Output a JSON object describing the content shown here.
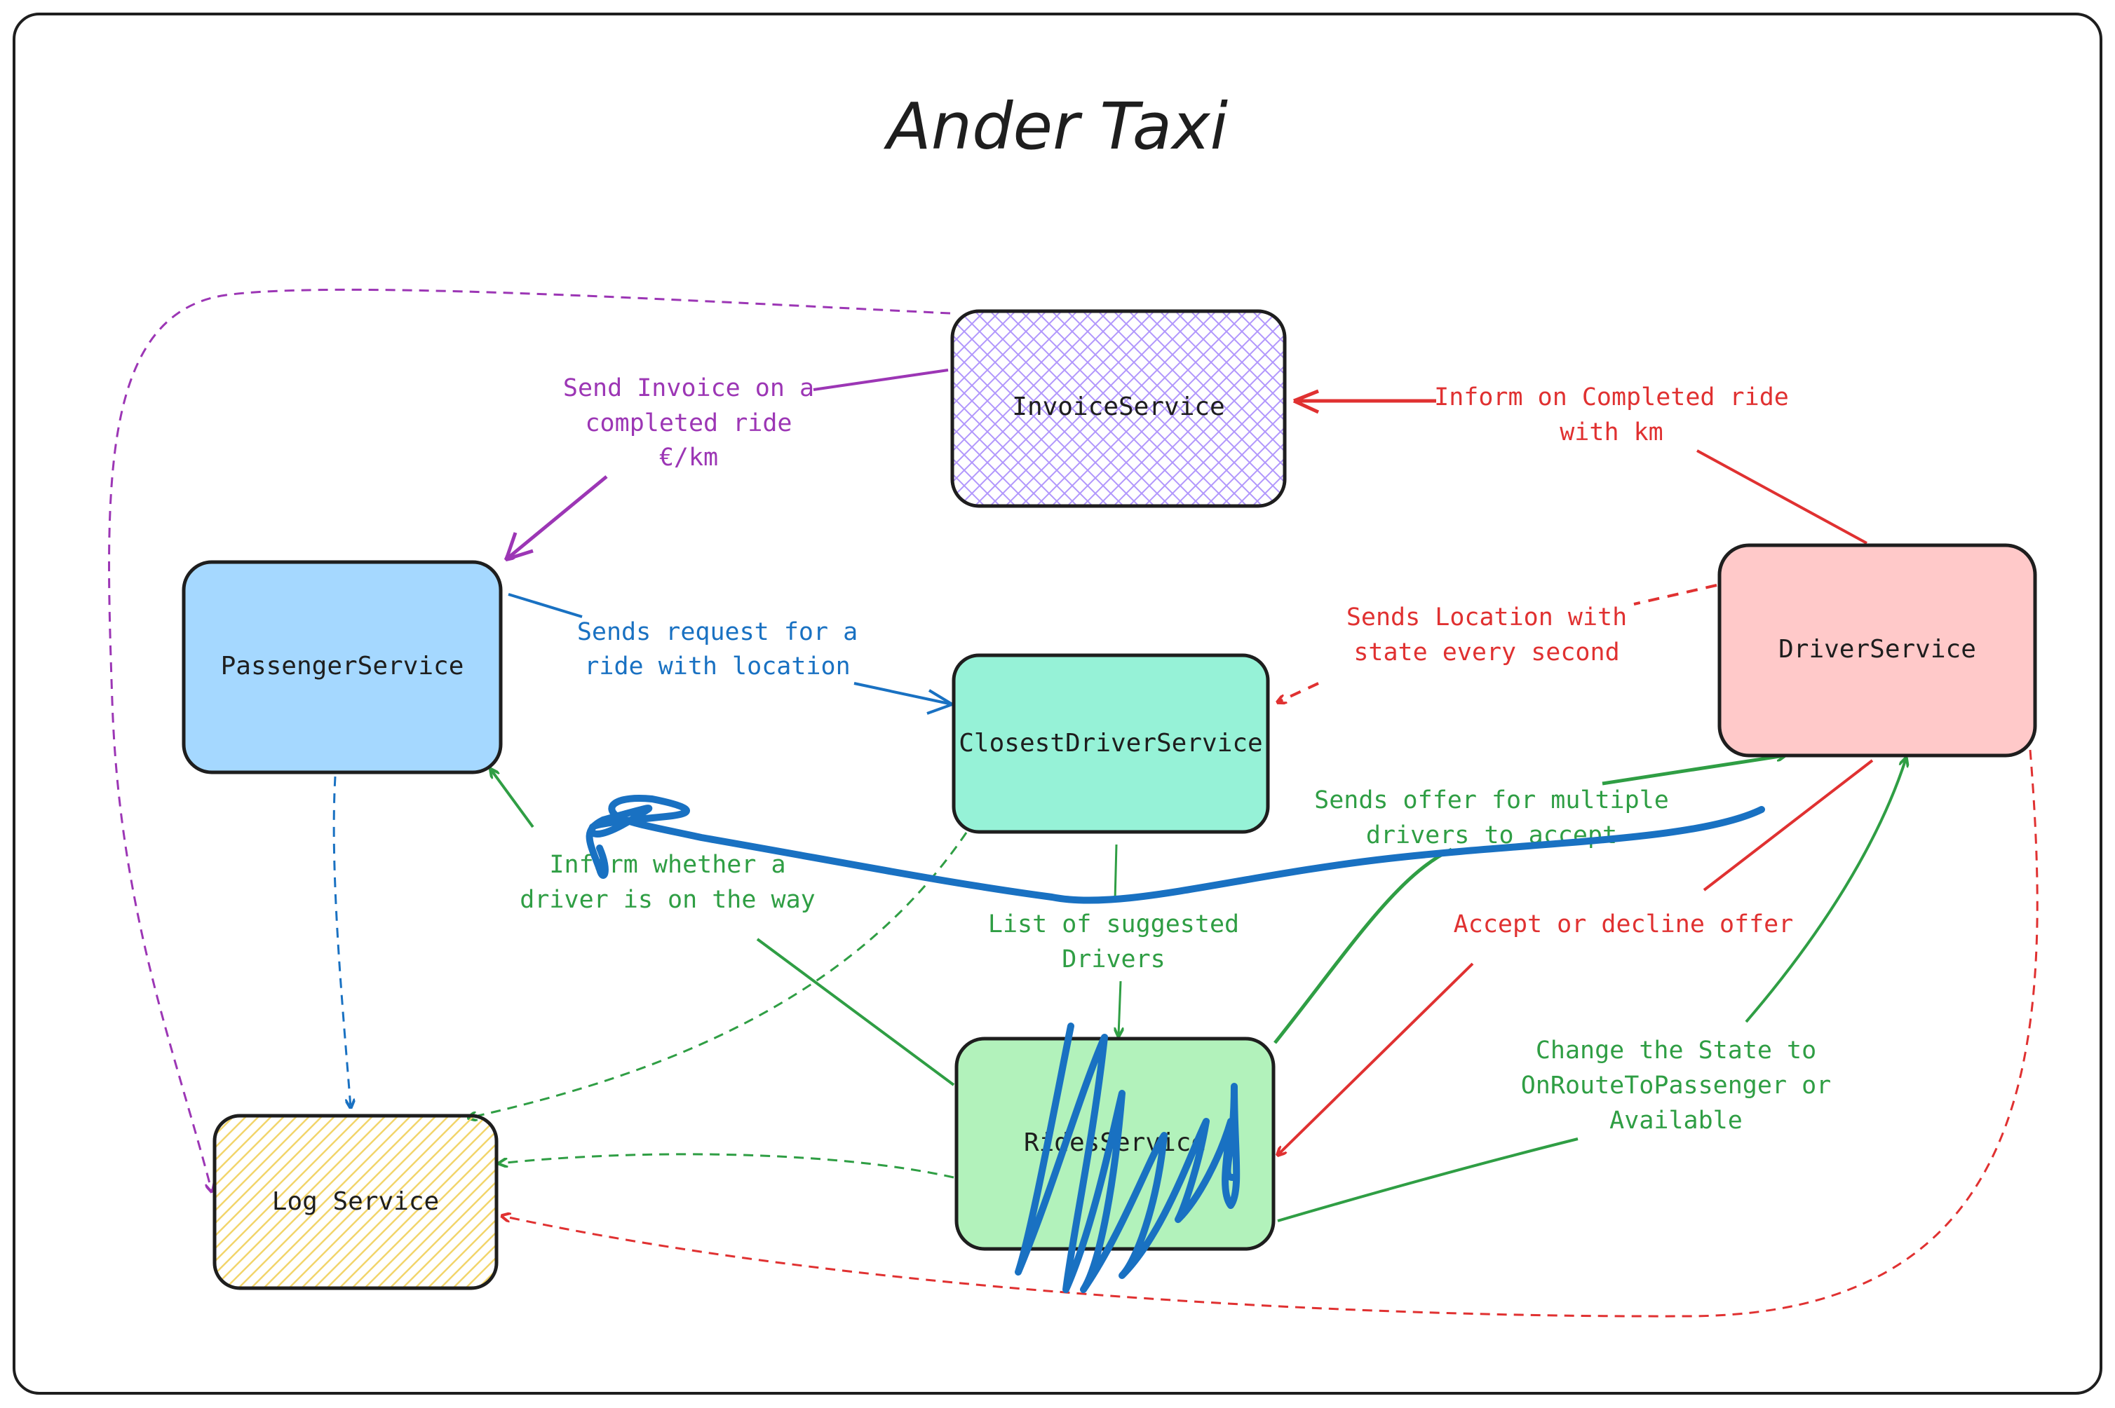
{
  "title": "Ander Taxi",
  "colors": {
    "stroke": "#1e1e1e",
    "invoice_fill": "#d0bfff",
    "passenger_fill": "#a5d8ff",
    "closest_fill": "#96f2d7",
    "driver_fill": "#ffc9c9",
    "rides_fill": "#b2f2bb",
    "log_fill": "#ffec99",
    "purple": "#9c36b5",
    "blue": "#1971c2",
    "red": "#e03131",
    "green": "#2f9e44",
    "scribble_blue": "#1971c2"
  },
  "nodes": {
    "invoice": "InvoiceService",
    "passenger": "PassengerService",
    "closest": "ClosestDriverService",
    "driver": "DriverService",
    "rides": "RidesService",
    "log": "Log Service"
  },
  "edges": {
    "send_invoice": [
      "Send Invoice on a",
      "completed ride",
      "€/km"
    ],
    "inform_completed": [
      "Inform on Completed ride",
      "with km"
    ],
    "sends_request": [
      "Sends request for a",
      "ride with location"
    ],
    "sends_location": [
      "Sends Location with",
      "state every second"
    ],
    "sends_offer": [
      "Sends offer for multiple",
      "drivers to accept"
    ],
    "inform_whether": [
      "Inform whether a",
      "driver is on the way"
    ],
    "list_suggested": [
      "List of suggested",
      "Drivers"
    ],
    "accept_decline": [
      "Accept or decline offer"
    ],
    "change_state": [
      "Change the State to",
      "OnRouteToPassenger or",
      "Available"
    ]
  }
}
